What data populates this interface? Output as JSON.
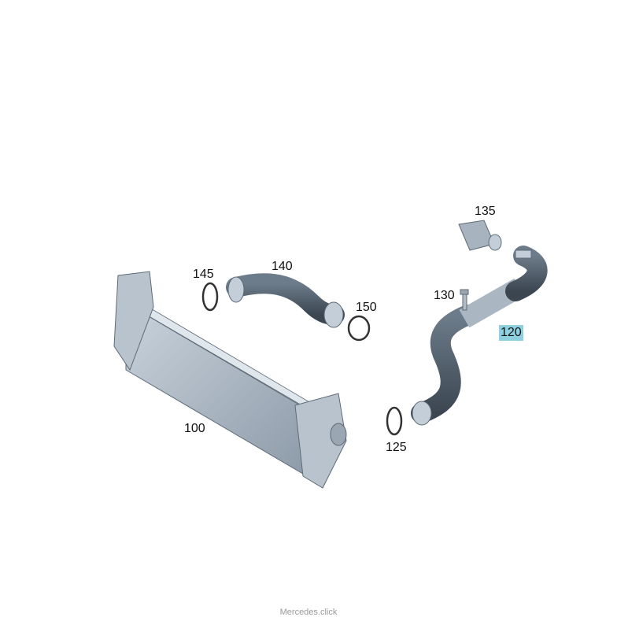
{
  "diagram": {
    "callouts": [
      {
        "id": "100",
        "label": "100"
      },
      {
        "id": "120",
        "label": "120",
        "highlighted": true
      },
      {
        "id": "125",
        "label": "125"
      },
      {
        "id": "130",
        "label": "130"
      },
      {
        "id": "135",
        "label": "135"
      },
      {
        "id": "140",
        "label": "140"
      },
      {
        "id": "145",
        "label": "145"
      },
      {
        "id": "150",
        "label": "150"
      }
    ],
    "highlight_color": "#8fd0e0"
  },
  "footer": {
    "watermark": "Mercedes.click"
  }
}
